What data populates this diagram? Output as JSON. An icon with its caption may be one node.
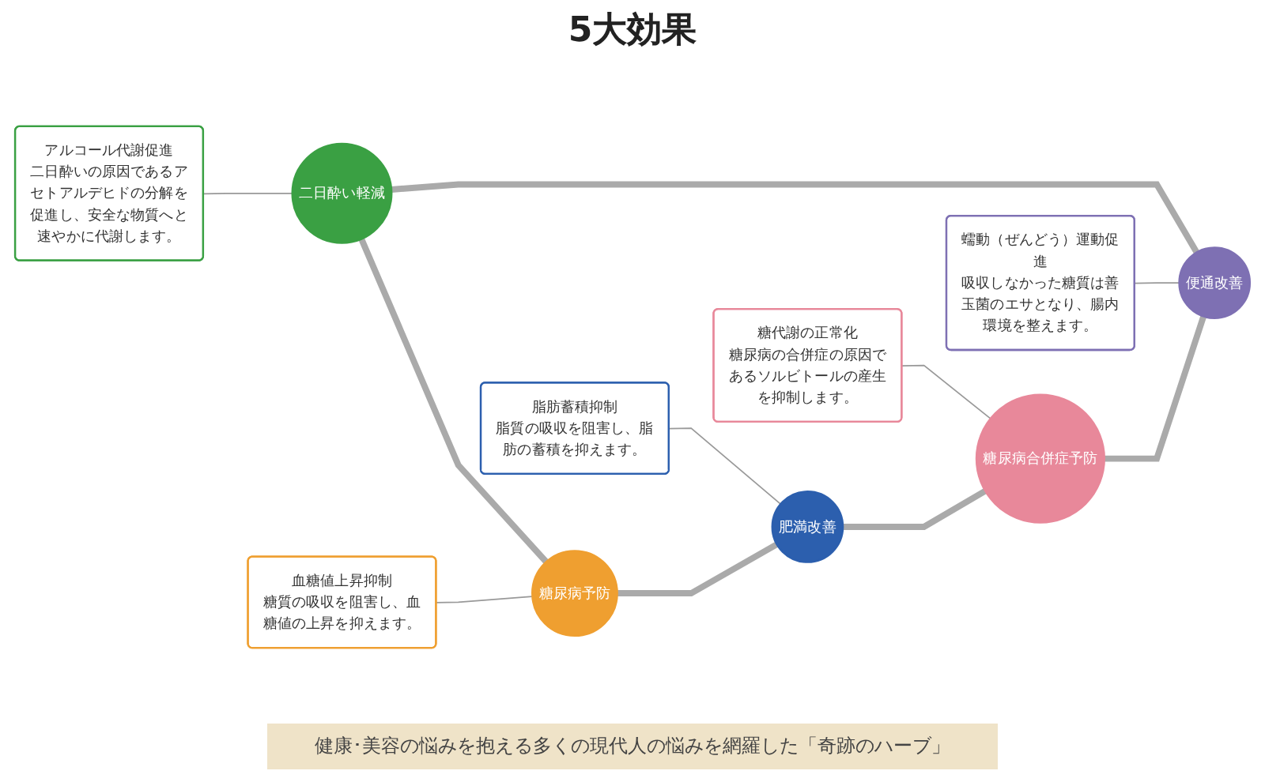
{
  "diagram": {
    "title": "5大効果",
    "caption": "健康･美容の悩みを抱える多くの現代人の悩みを網羅した「奇跡のハーブ」",
    "nodes": [
      {
        "text": [
          "二日酔い軽減"
        ]
      },
      {
        "text": [
          "糖尿病予防"
        ]
      },
      {
        "text": [
          "肥満改善"
        ]
      },
      {
        "text": [
          "糖尿病合併症予防"
        ]
      },
      {
        "text": [
          "便通改善"
        ]
      },
      {
        "text": [
          "アルコール代謝促進",
          "二日酔いの原因であるアセトアルデヒドの分解を促進し、安全な物質へと速やかに代謝します。"
        ]
      },
      {
        "text": [
          "血糖値上昇抑制",
          "糖質の吸収を阻害し、血糖値の上昇を抑えます。"
        ]
      },
      {
        "text": [
          "脂肪蓄積抑制",
          "脂質の吸収を阻害し、脂肪の蓄積を抑えます。"
        ]
      },
      {
        "text": [
          "糖代謝の正常化",
          "糖尿病の合併症の原因であるソルビトールの産生を抑制します。"
        ]
      },
      {
        "text": [
          "蠕動（ぜんどう）運動促進",
          "吸収しなかった糖質は善玉菌のエサとなり、腸内環境を整えます。"
        ]
      }
    ],
    "edges": [
      {
        "from": 0,
        "to": 1,
        "arrow": "none",
        "style": "thick"
      },
      {
        "from": 1,
        "to": 2,
        "arrow": "none",
        "style": "thick"
      },
      {
        "from": 2,
        "to": 3,
        "arrow": "none",
        "style": "thick"
      },
      {
        "from": 3,
        "to": 4,
        "arrow": "none",
        "style": "thick"
      },
      {
        "from": 4,
        "to": 0,
        "arrow": "none",
        "style": "thick"
      },
      {
        "from": 5,
        "to": 0,
        "arrow": "none"
      },
      {
        "from": 6,
        "to": 1,
        "arrow": "none"
      },
      {
        "from": 7,
        "to": 2,
        "arrow": "none"
      },
      {
        "from": 8,
        "to": 3,
        "arrow": "none"
      },
      {
        "from": 9,
        "to": 4,
        "arrow": "none"
      }
    ]
  }
}
